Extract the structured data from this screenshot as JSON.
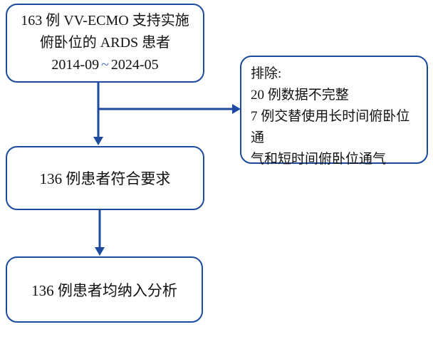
{
  "diagram": {
    "accent_color": "#1b4a9e",
    "text_color": "#121212",
    "tilde_color": "#4a6cc9",
    "top_box": {
      "line1": "163 例 VV-ECMO 支持实施",
      "line2": "俯卧位的 ARDS 患者",
      "period_start": "2014-09",
      "period_separator": "~",
      "period_end": "2024-05"
    },
    "exclusion_box": {
      "line1": "排除:",
      "line2": "20 例数据不完整",
      "line3": "7 例交替使用长时间俯卧位通",
      "line4": "气和短时间俯卧位通气"
    },
    "eligible_box": {
      "label": "136 例患者符合要求"
    },
    "analysis_box": {
      "label": "136 例患者均纳入分析"
    }
  }
}
